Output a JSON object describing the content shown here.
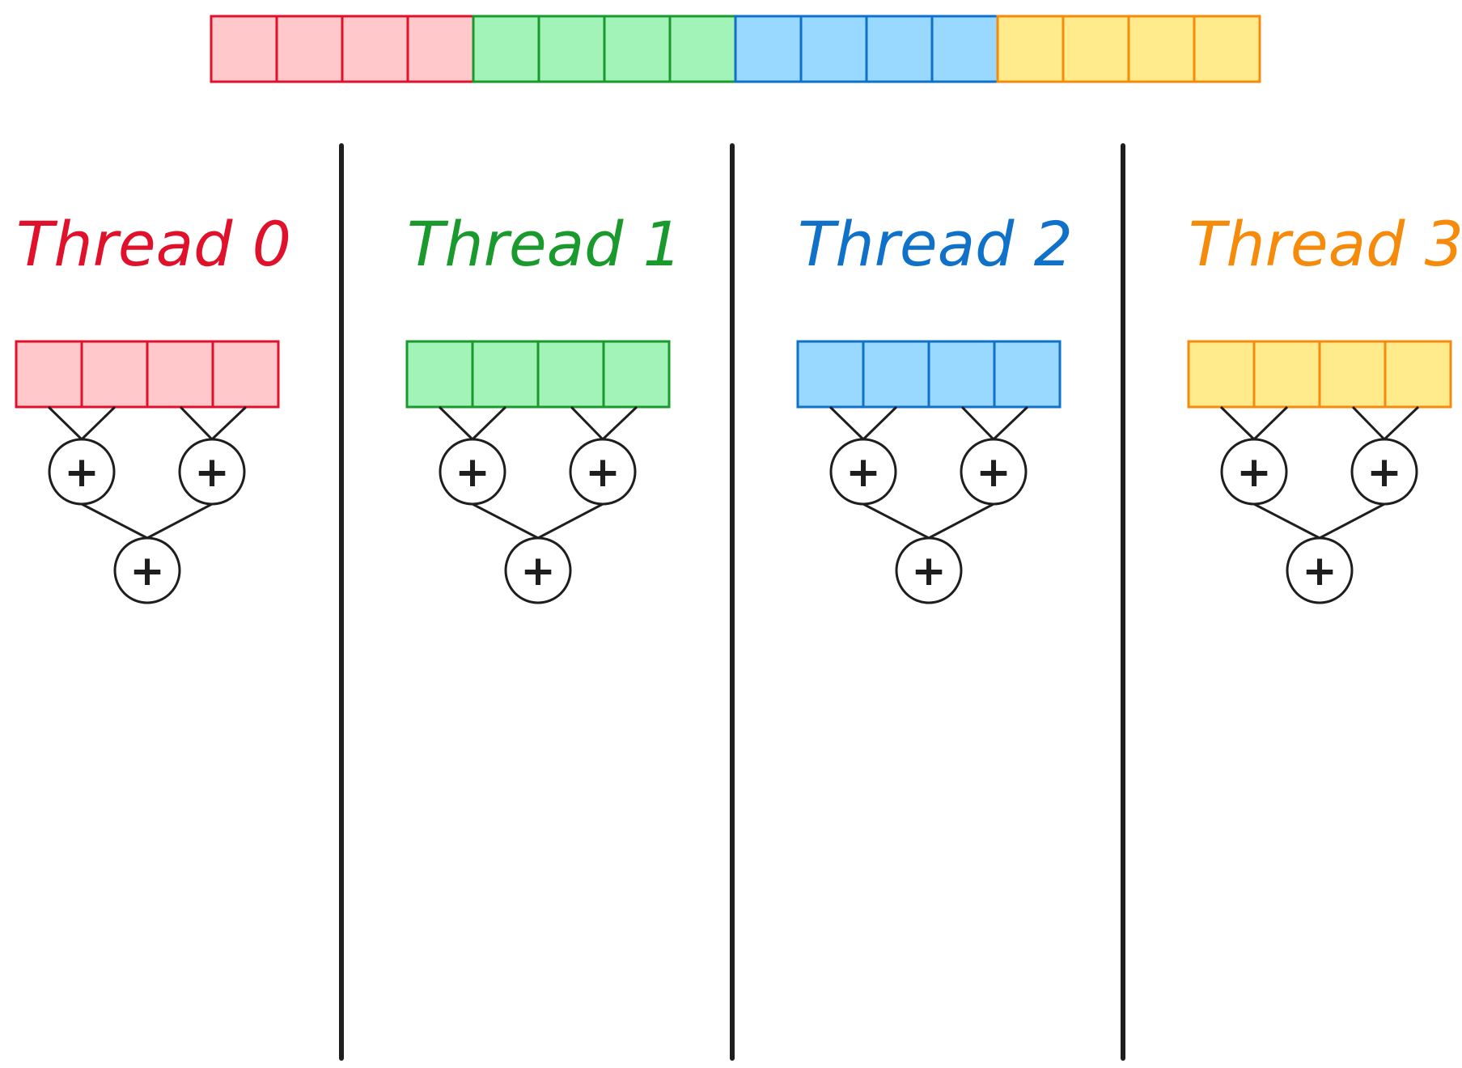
{
  "diagram": {
    "separator_color": "#1e1e1e",
    "operator_color": "#1e1e1e",
    "operator_symbol": "+",
    "threads": [
      {
        "label": "Thread 0",
        "stroke": "#e0112b",
        "fill": "#ffc8cb",
        "cells": 4
      },
      {
        "label": "Thread 1",
        "stroke": "#1a9a2d",
        "fill": "#a2f3b7",
        "cells": 4
      },
      {
        "label": "Thread 2",
        "stroke": "#1071c8",
        "fill": "#99d8ff",
        "cells": 4
      },
      {
        "label": "Thread 3",
        "stroke": "#f58a0b",
        "fill": "#ffea8c",
        "cells": 4
      }
    ]
  }
}
